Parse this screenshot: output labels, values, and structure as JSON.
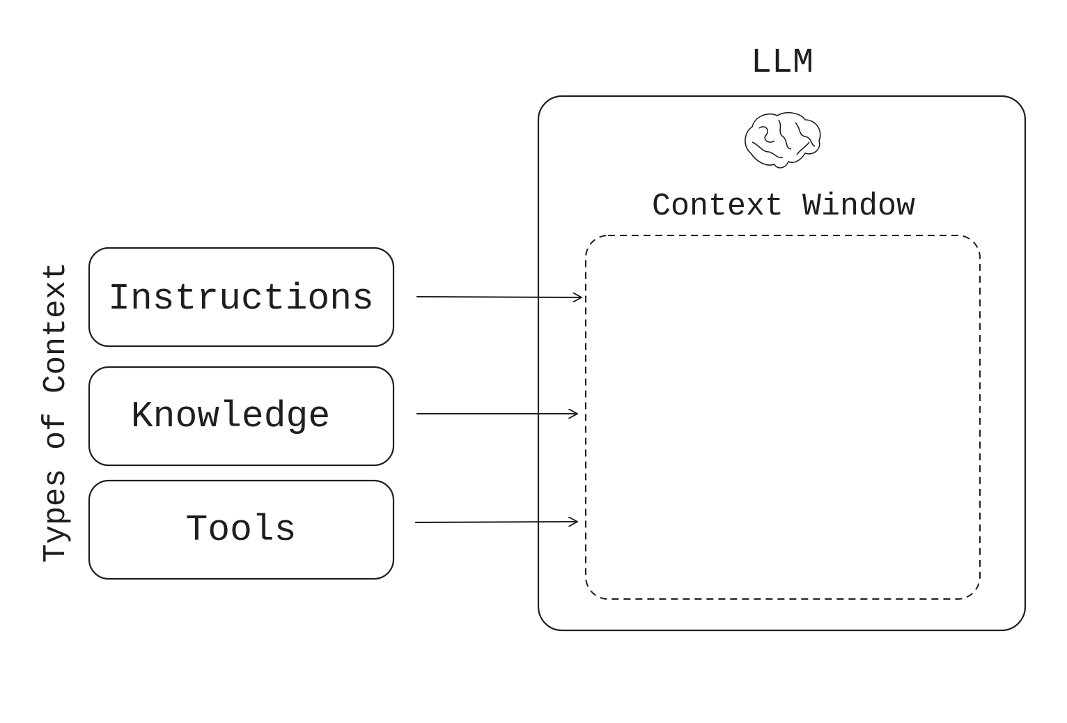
{
  "llm_label": "LLM",
  "context_window_label": "Context Window",
  "side_label": "Types of Context",
  "context_types": [
    {
      "label": "Instructions"
    },
    {
      "label": "Knowledge"
    },
    {
      "label": "Tools"
    }
  ],
  "icons": {
    "model": "brain-icon"
  },
  "colors": {
    "stroke": "#1e1e1e",
    "background": "#ffffff"
  }
}
